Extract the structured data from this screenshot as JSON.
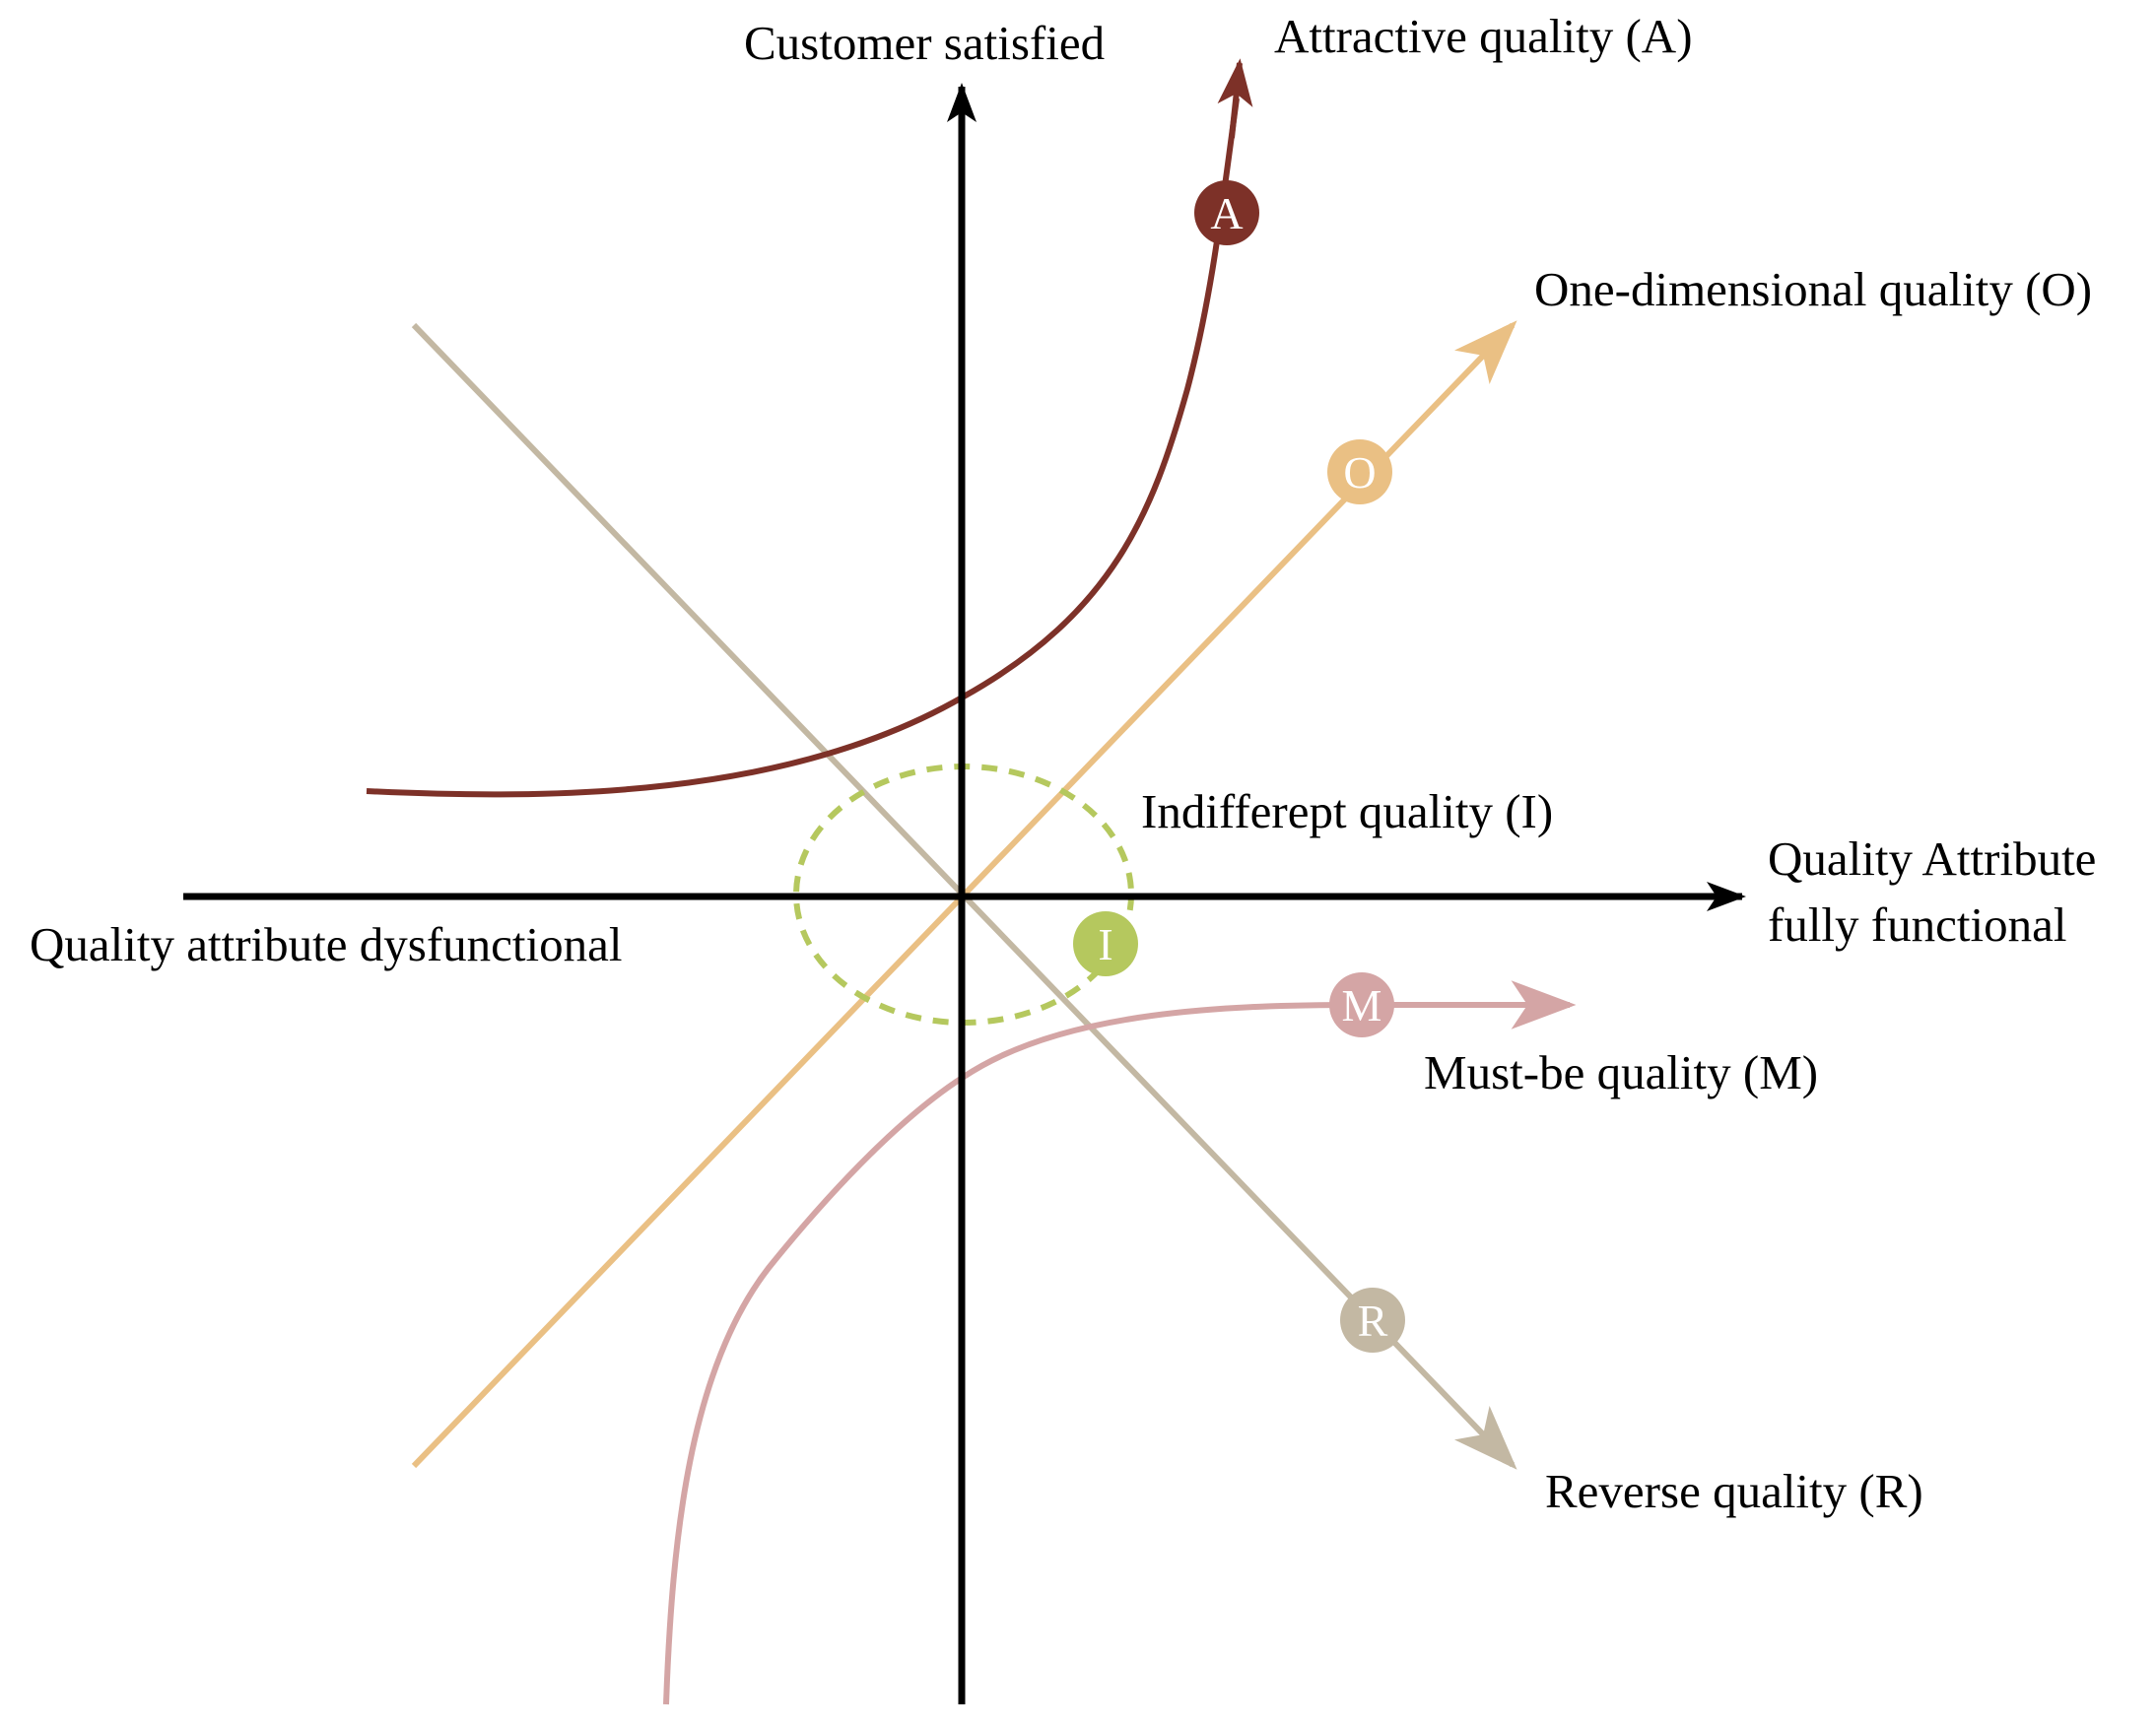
{
  "axes": {
    "y_label": "Customer satisfied",
    "x_label_left": "Quality attribute dysfunctional",
    "x_label_right_line1": "Quality Attribute",
    "x_label_right_line2": "fully functional"
  },
  "curves": {
    "attractive": {
      "label": "Attractive quality (A)",
      "badge": "A",
      "color": "#7d3128"
    },
    "one_dimensional": {
      "label": "One-dimensional quality (O)",
      "badge": "O",
      "color": "#eac084"
    },
    "indifferent": {
      "label": "Indifferept quality (I)",
      "badge": "I",
      "color": "#b5c85e"
    },
    "must_be": {
      "label": "Must-be quality (M)",
      "badge": "M",
      "color": "#d4a5a5"
    },
    "reverse": {
      "label": "Reverse quality (R)",
      "badge": "R",
      "color": "#c3b8a3"
    }
  },
  "colors": {
    "axis": "#000000",
    "background": "#ffffff"
  }
}
